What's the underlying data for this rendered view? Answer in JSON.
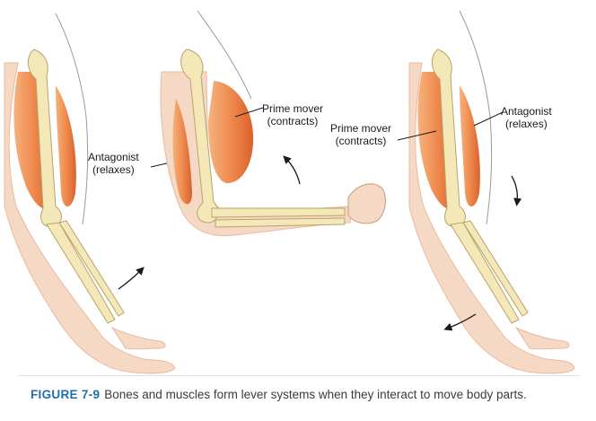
{
  "labels": {
    "arm1_antagonist": [
      "Antagonist",
      "(relaxes)"
    ],
    "arm2_prime_mover": [
      "Prime mover",
      "(contracts)"
    ],
    "arm3_prime_mover": [
      "Prime mover",
      "(contracts)"
    ],
    "arm3_antagonist": [
      "Antagonist",
      "(relaxes)"
    ]
  },
  "caption": {
    "figure": "FIGURE 7-9",
    "text": "Bones and muscles form lever systems when they interact to move body parts."
  },
  "colors": {
    "skin": "#f6d9c4",
    "skin_outline": "#e9b9a0",
    "muscle": "#ef8a4e",
    "muscle_dark": "#d9622c",
    "bone": "#f4e8b8",
    "bone_outline": "#b7a36a",
    "tendon": "#cfe9e2",
    "caption_accent": "#1e6fa8"
  }
}
